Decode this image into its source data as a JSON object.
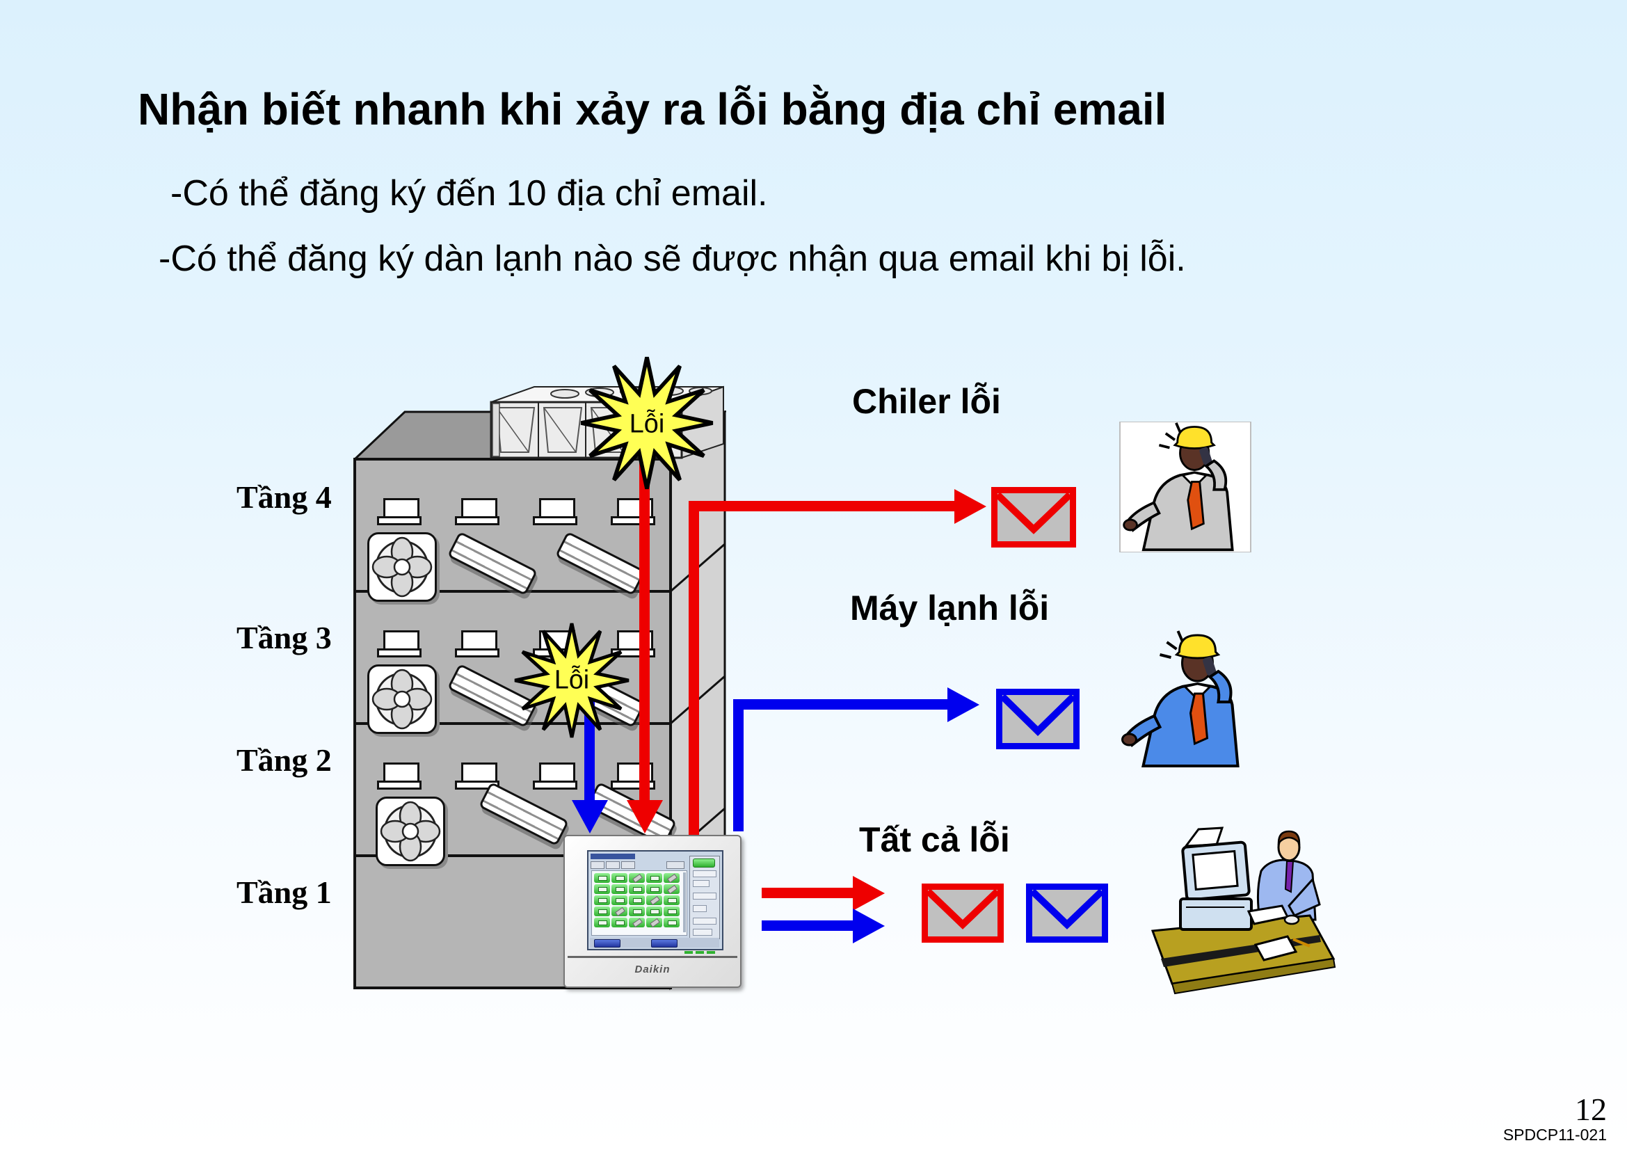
{
  "slide": {
    "title": "Nhận biết nhanh khi xảy ra lỗi bằng địa chỉ email",
    "bullets": [
      "-Có thể đăng ký đến 10 địa chỉ email.",
      "-Có thể đăng ký dàn lạnh nào sẽ được nhận qua email khi bị lỗi."
    ]
  },
  "building": {
    "floors": [
      {
        "label": "Tầng 4"
      },
      {
        "label": "Tầng 3"
      },
      {
        "label": "Tầng 2"
      },
      {
        "label": "Tầng 1"
      }
    ]
  },
  "faults": [
    {
      "label": "Lỗi",
      "location": "rooftop-chiller"
    },
    {
      "label": "Lỗi",
      "location": "floor-3-indoor-unit"
    }
  ],
  "rows": [
    {
      "title": "Chiler lỗi"
    },
    {
      "title": "Máy lạnh lỗi"
    },
    {
      "title": "Tất cả lỗi"
    }
  ],
  "controller": {
    "brand": "Daikin"
  },
  "footer": {
    "page": "12",
    "doc_code": "SPDCP11-021"
  },
  "colors": {
    "chiller_error_line": "#ee0000",
    "indoor_error_line": "#0000ee",
    "fault_star": "#ffff55",
    "envelope_fill": "#c0c0c0",
    "background_top": "#dcf1fd"
  },
  "icons": {
    "fault": "starburst-icon",
    "email": "envelope-icon",
    "ventilation": "fan-icon",
    "chiller": "rooftop-chiller-icon",
    "worker_phone": "worker-on-phone-icon",
    "operator": "operator-at-computer-icon"
  }
}
